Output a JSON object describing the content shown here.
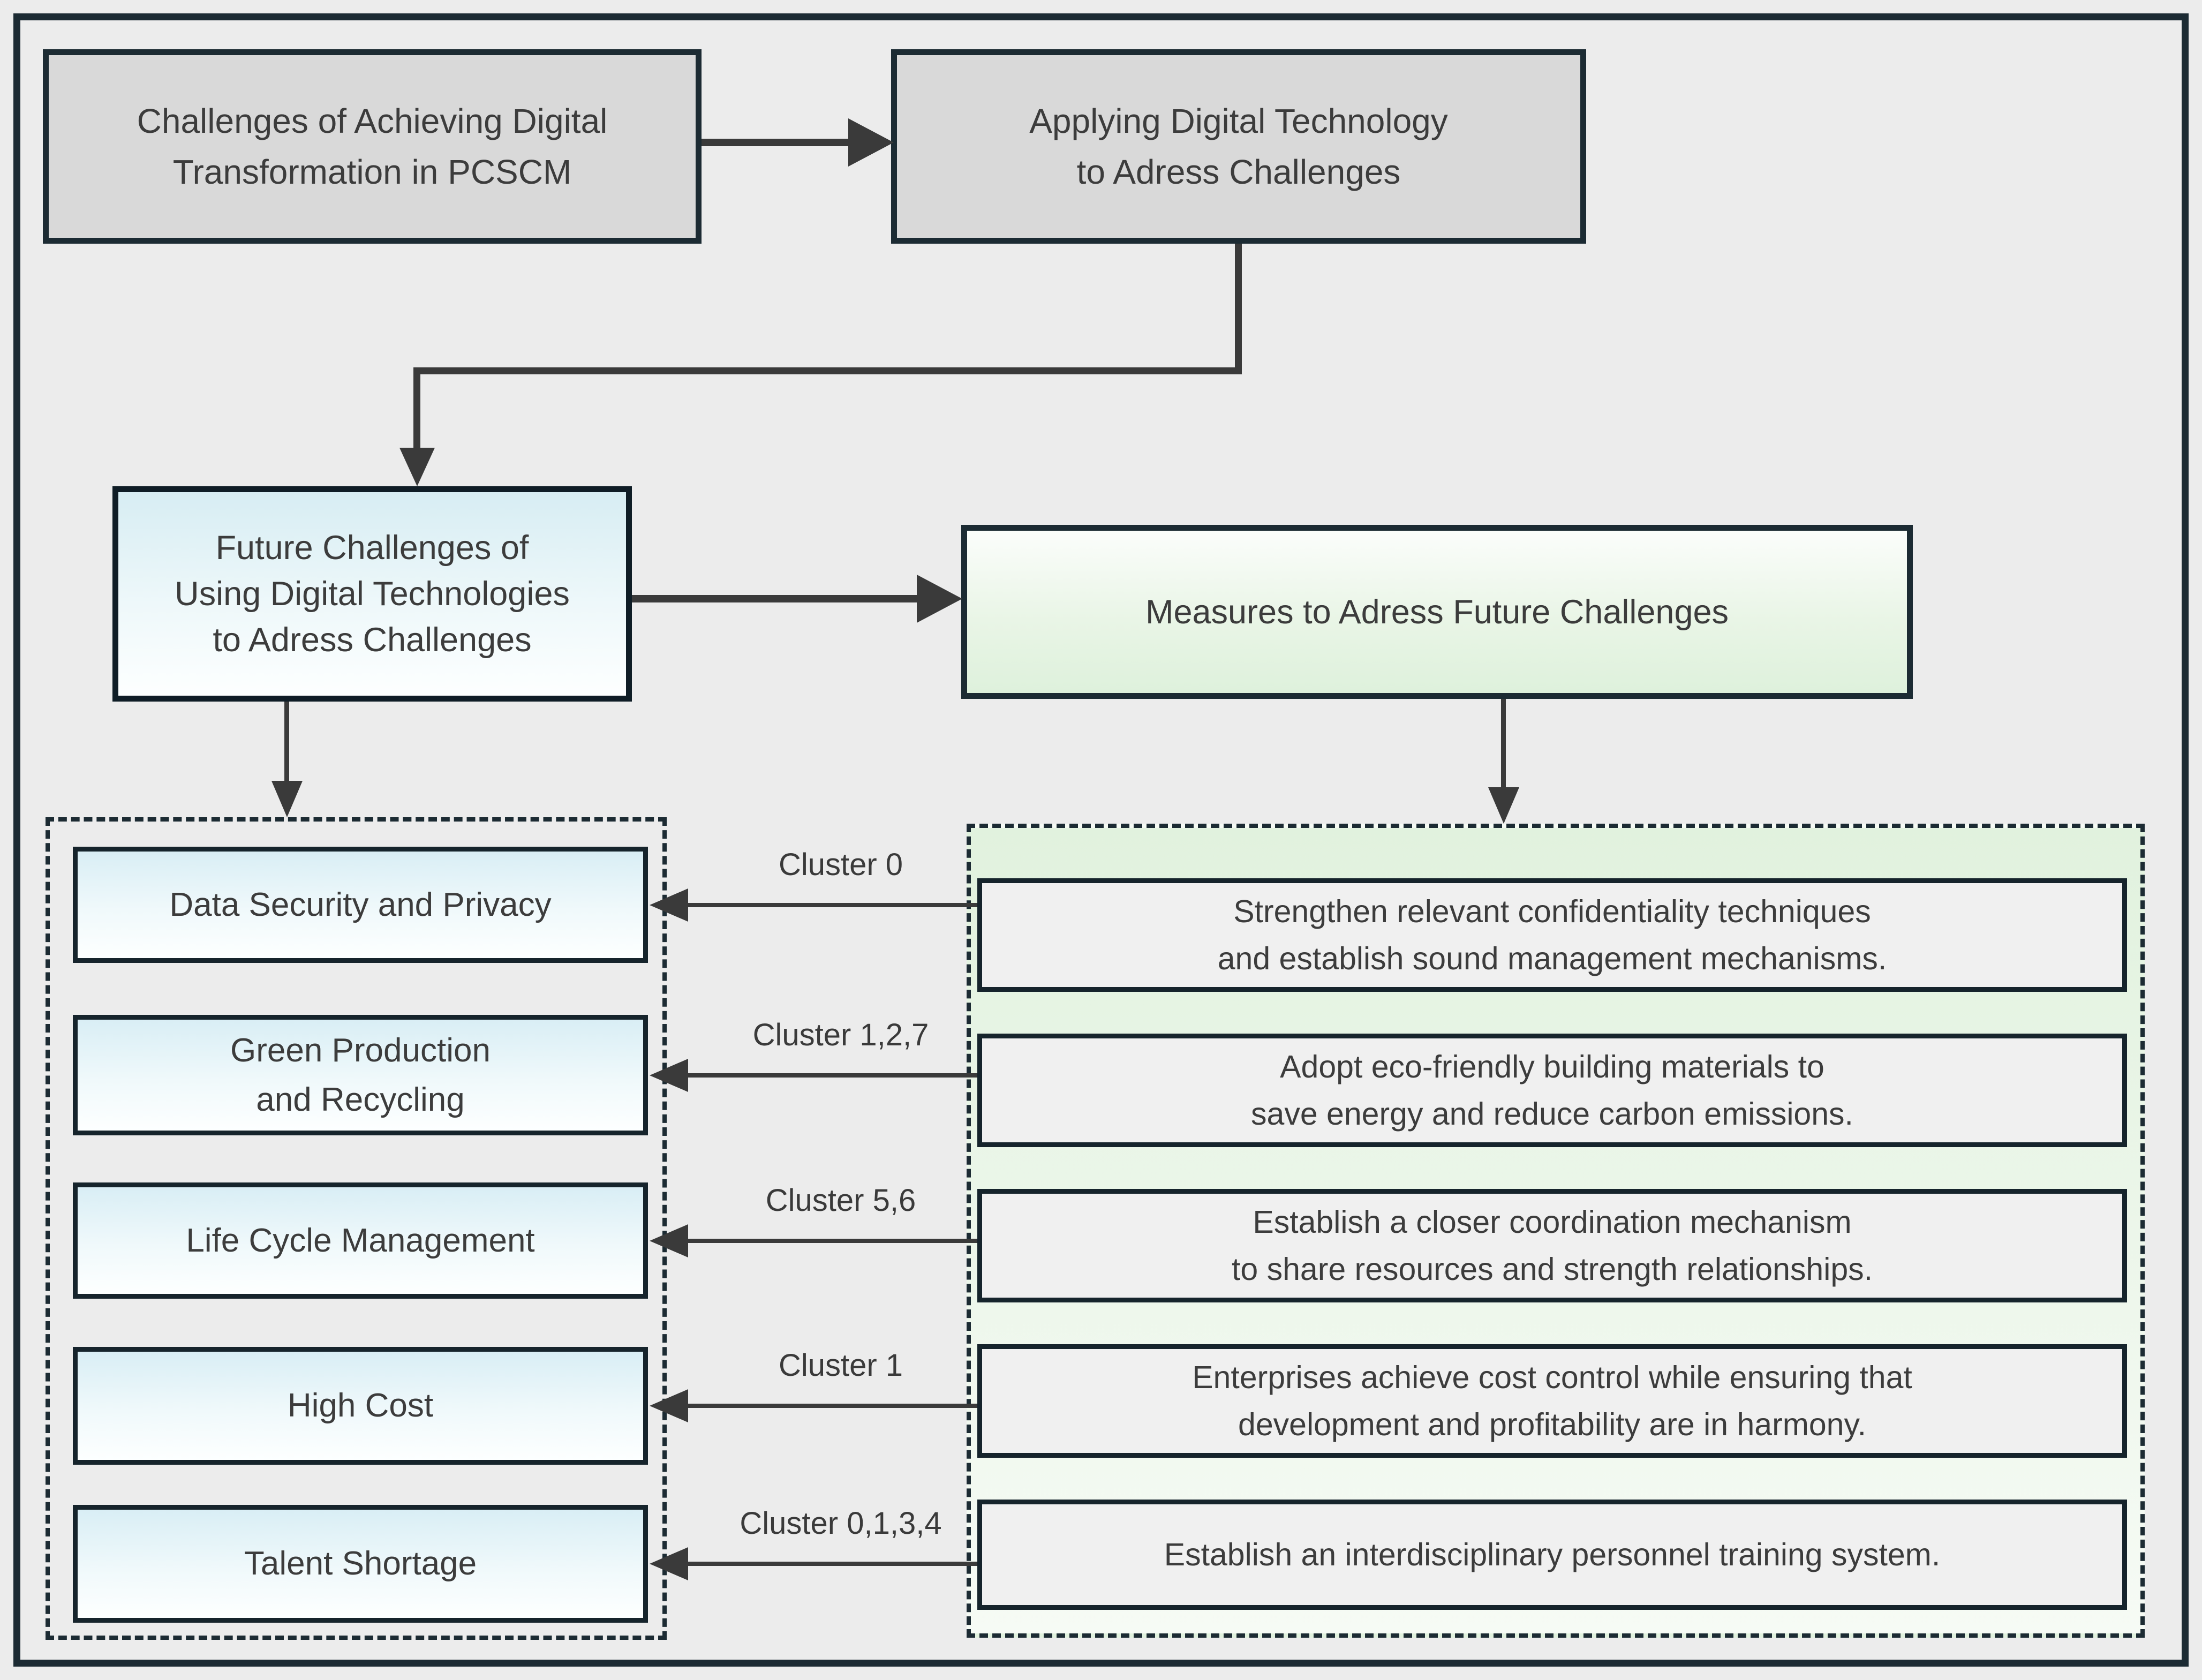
{
  "flow": {
    "box1": {
      "lines": [
        "Challenges of Achieving Digital",
        "Transformation in PCSCM"
      ]
    },
    "box2": {
      "lines": [
        "Applying Digital Technology",
        "to Adress Challenges"
      ]
    },
    "box3": {
      "lines": [
        "Future Challenges of",
        "Using Digital Technologies",
        "to Adress Challenges"
      ]
    },
    "box4": {
      "label": "Measures to Adress Future Challenges"
    }
  },
  "challenges": {
    "items": [
      {
        "lines": [
          "Data Security and Privacy"
        ]
      },
      {
        "lines": [
          "Green Production",
          "and Recycling"
        ]
      },
      {
        "lines": [
          "Life Cycle Management"
        ]
      },
      {
        "lines": [
          "High Cost"
        ]
      },
      {
        "lines": [
          "Talent Shortage"
        ]
      }
    ]
  },
  "measures": {
    "items": [
      {
        "lines": [
          "Strengthen relevant confidentiality techniques",
          "and establish sound management mechanisms."
        ]
      },
      {
        "lines": [
          "Adopt eco-friendly building materials to",
          "save energy and reduce carbon emissions."
        ]
      },
      {
        "lines": [
          "Establish a closer coordination mechanism",
          "to share resources and strength relationships."
        ]
      },
      {
        "lines": [
          "Enterprises achieve cost control while ensuring that",
          "development and profitability are in harmony."
        ]
      },
      {
        "lines": [
          "Establish an interdisciplinary personnel training system."
        ]
      }
    ]
  },
  "clusters": [
    "Cluster 0",
    "Cluster 1,2,7",
    "Cluster 5,6",
    "Cluster 1",
    "Cluster 0,1,3,4"
  ],
  "colors": {
    "accent_dark": "#1c2b33",
    "arrow": "#3a3a3a",
    "blue_tint": "#d7edf3",
    "green_tint": "#e1f2de"
  }
}
